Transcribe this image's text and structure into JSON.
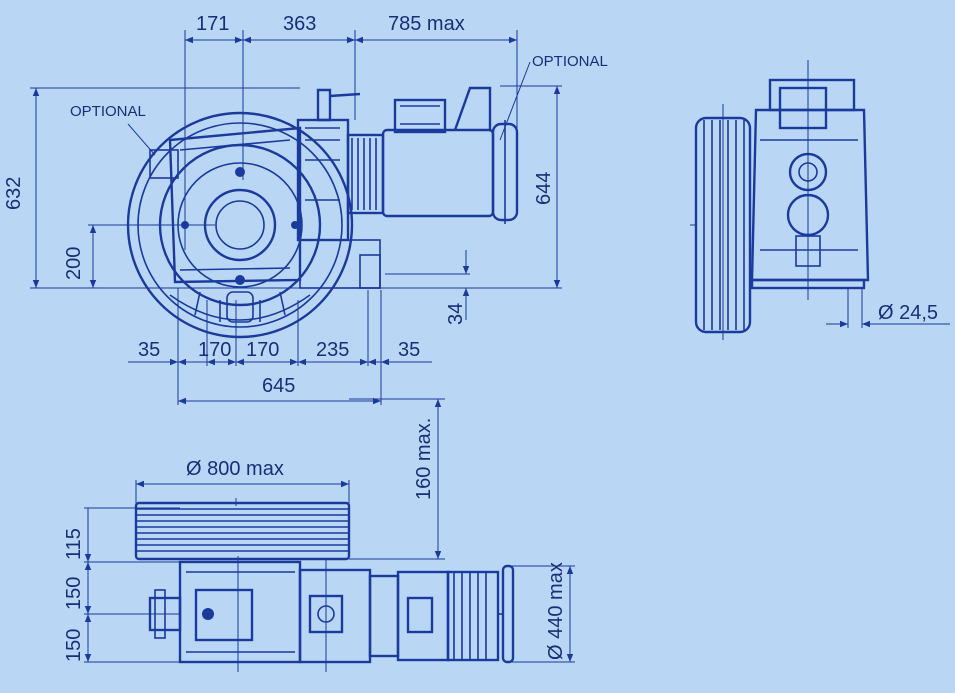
{
  "drawing": {
    "background_color": "#b9d7f4",
    "line_color": "#1a3a9c",
    "text_color": "#1a2e78"
  },
  "front_view": {
    "top_dims": {
      "a": "171",
      "b": "363",
      "c": "785 max"
    },
    "optional_right": "OPTIONAL",
    "optional_left": "OPTIONAL",
    "height_left": "632",
    "height_right": "644",
    "hub_height": "200",
    "foot_height": "34",
    "bottom_dims": [
      "35",
      "170",
      "170",
      "235",
      "35"
    ],
    "overall_width": "645"
  },
  "side_view": {
    "shaft_diameter": "Ø 24,5"
  },
  "top_view": {
    "sheave_diameter": "Ø 800 max",
    "projection": "160 max.",
    "left_dims": [
      "115",
      "150",
      "150"
    ],
    "handwheel_diameter": "Ø 440 max"
  }
}
